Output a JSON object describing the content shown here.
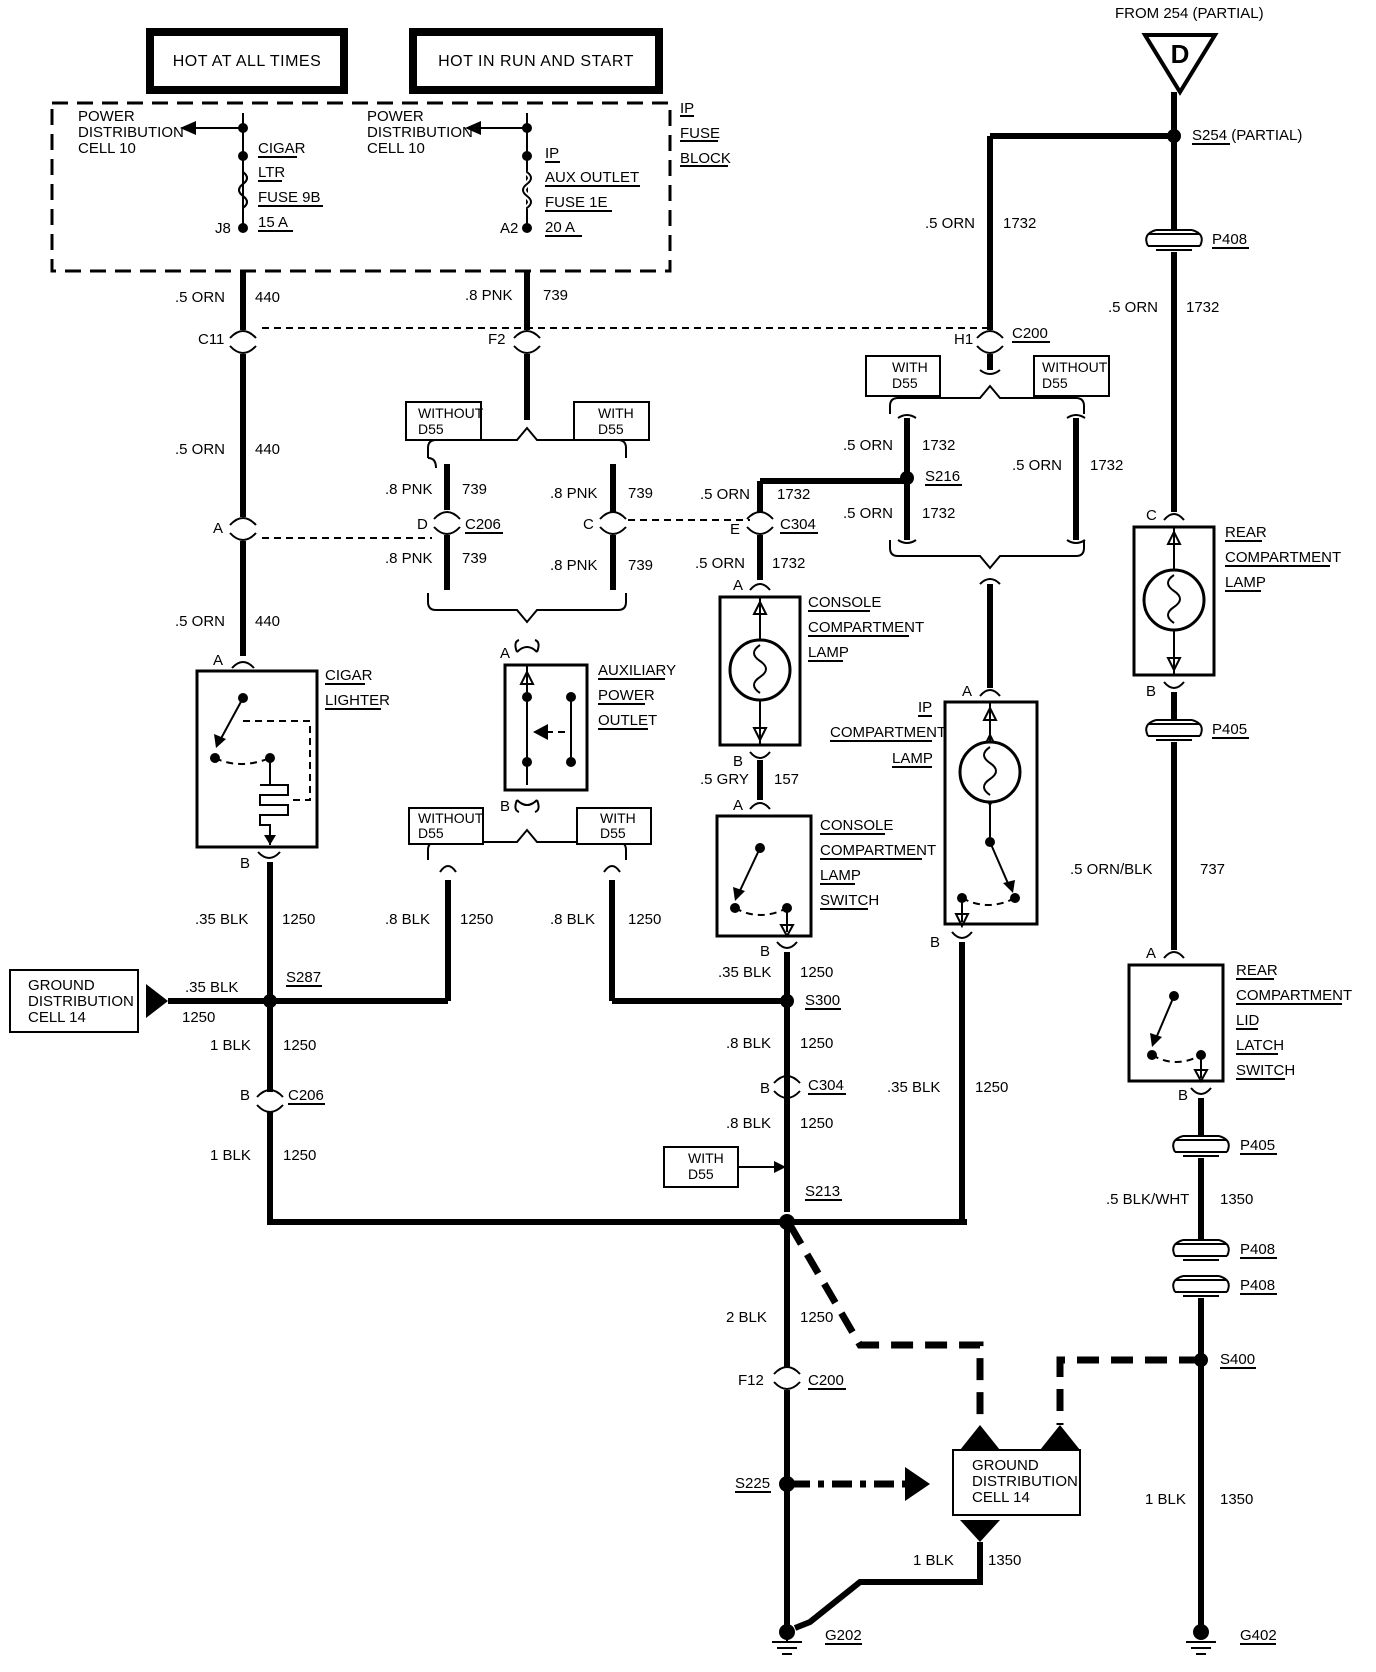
{
  "headers": {
    "hot_at_all_times": "HOT AT ALL TIMES",
    "hot_in_run_start": "HOT IN RUN AND START",
    "from_254": "FROM 254 (PARTIAL)",
    "connector_d": "D"
  },
  "fuse_block": {
    "title_ip": "IP",
    "title_fuse": "FUSE",
    "title_block": "BLOCK",
    "pdc_line1": "POWER",
    "pdc_line2": "DISTRIBUTION",
    "pdc_line3": "CELL  10",
    "fuse_a_l1": "CIGAR",
    "fuse_a_l2": "LTR",
    "fuse_a_l3": "FUSE 9B",
    "fuse_a_l4": "15 A",
    "fuse_a_pin": "J8",
    "fuse_b_l1": "IP",
    "fuse_b_l2": "AUX OUTLET",
    "fuse_b_l3": "FUSE 1E",
    "fuse_b_l4": "20 A",
    "fuse_b_pin": "A2"
  },
  "wires": {
    "w_05orn": ".5 ORN",
    "w_08pnk": ".8 PNK",
    "w_05gry": ".5 GRY",
    "w_035blk": ".35 BLK",
    "w_08blk": ".8 BLK",
    "w_1blk": "1 BLK",
    "w_2blk": "2 BLK",
    "w_05ornblk": ".5 ORN/BLK",
    "w_05blkwht": ".5 BLK/WHT",
    "c440": "440",
    "c739": "739",
    "c1732": "1732",
    "c157": "157",
    "c1250": "1250",
    "c737": "737",
    "c1350": "1350"
  },
  "connectors": {
    "c11": "C11",
    "f2": "F2",
    "h1": "H1",
    "c200": "C200",
    "c206": "C206",
    "c304": "C304",
    "pin_a": "A",
    "pin_b": "B",
    "pin_c": "C",
    "pin_d": "D",
    "pin_e": "E",
    "f12": "F12",
    "p408": "P408",
    "p405": "P405"
  },
  "options": {
    "without": "WITHOUT",
    "with": "WITH",
    "d55": "D55"
  },
  "splices": {
    "s254": "S254 (PARTIAL)",
    "s216": "S216",
    "s287": "S287",
    "s300": "S300",
    "s213": "S213",
    "s225": "S225",
    "s400": "S400"
  },
  "grounds": {
    "g202": "G202",
    "g402": "G402"
  },
  "components": {
    "cigar_l1": "CIGAR",
    "cigar_l2": "LIGHTER",
    "aux_l1": "AUXILIARY",
    "aux_l2": "POWER",
    "aux_l3": "OUTLET",
    "ccl_l1": "CONSOLE",
    "ccl_l2": "COMPARTMENT",
    "ccl_l3": "LAMP",
    "ccs_l1": "CONSOLE",
    "ccs_l2": "COMPARTMENT",
    "ccs_l3": "LAMP",
    "ccs_l4": "SWITCH",
    "ipc_l1": "IP",
    "ipc_l2": "COMPARTMENT",
    "ipc_l3": "LAMP",
    "rcl_l1": "REAR",
    "rcl_l2": "COMPARTMENT",
    "rcl_l3": "LAMP",
    "rls_l1": "REAR",
    "rls_l2": "COMPARTMENT",
    "rls_l3": "LID",
    "rls_l4": "LATCH",
    "rls_l5": "SWITCH",
    "gdc_l1": "GROUND",
    "gdc_l2": "DISTRIBUTION",
    "gdc_l3": "CELL  14"
  }
}
